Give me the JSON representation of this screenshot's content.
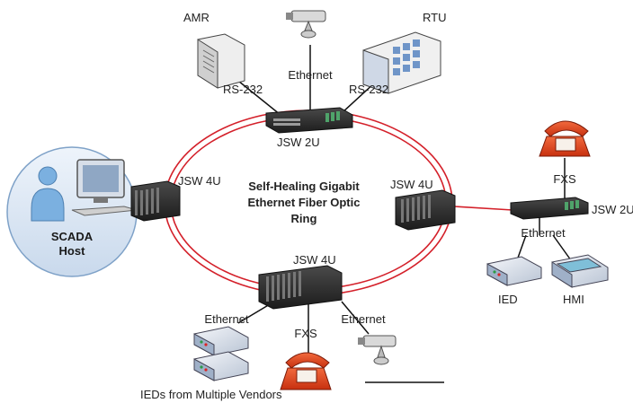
{
  "ring": {
    "title_line1": "Self-Healing Gigabit",
    "title_line2": "Ethernet Fiber Optic",
    "title_line3": "Ring"
  },
  "colors": {
    "ring": "#d4202a",
    "link": "#111111",
    "chassis": "#2b2b2b",
    "phone": "#e8401c",
    "host_circle": "#dce8f5"
  },
  "labels": {
    "amr": "AMR",
    "rtu": "RTU",
    "ethernet_top": "Ethernet",
    "rs232_left": "RS-232",
    "rs232_right": "RS-232",
    "jsw_2u_top": "JSW 2U",
    "jsw_4u_left": "JSW 4U",
    "jsw_4u_right": "JSW 4U",
    "jsw_4u_bottom": "JSW 4U",
    "jsw_2u_right": "JSW 2U",
    "fxs_right": "FXS",
    "ethernet_right": "Ethernet",
    "ied": "IED",
    "hmi": "HMI",
    "scada_line1": "SCADA",
    "scada_line2": "Host",
    "ethernet_bottom_left": "Ethernet",
    "ethernet_bottom_right": "Ethernet",
    "fxs_bottom": "FXS",
    "ieds_multi": "IEDs from Multiple Vendors"
  }
}
